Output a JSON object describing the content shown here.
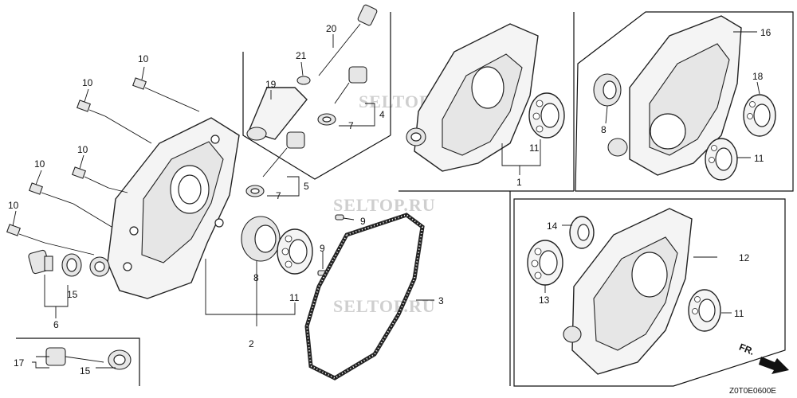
{
  "watermark": {
    "text_1": "SELTOP.RU",
    "text_2": "SELTOP.RU",
    "text_3": "SELTOP.RU"
  },
  "callouts": {
    "c10a": "10",
    "c10b": "10",
    "c10c": "10",
    "c10d": "10",
    "c10e": "10",
    "c20": "20",
    "c21": "21",
    "c19": "19",
    "c7a": "7",
    "c4": "4",
    "c5": "5",
    "c7b": "7",
    "c9a": "9",
    "c9b": "9",
    "c3": "3",
    "c2": "2",
    "c8a": "8",
    "c11a": "11",
    "c15a": "15",
    "c6": "6",
    "c17": "17",
    "c15b": "15",
    "c1": "1",
    "c11b": "11",
    "c16": "16",
    "c18": "18",
    "c8b": "8",
    "c11c": "11",
    "c14": "14",
    "c12": "12",
    "c13": "13",
    "c11d": "11"
  },
  "direction_label": "FR.",
  "diagram_code": "Z0T0E0600E"
}
